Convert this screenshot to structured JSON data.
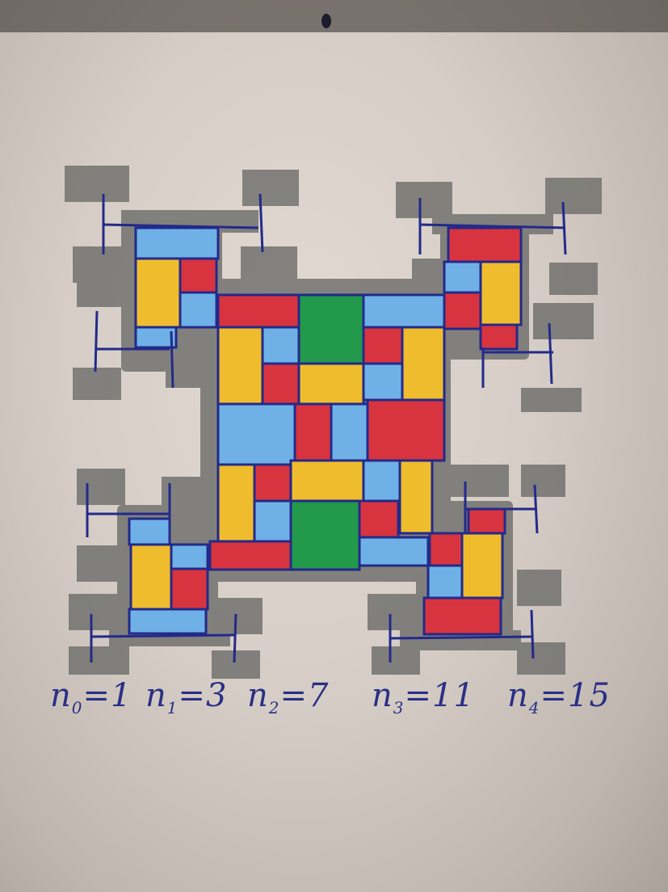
{
  "drawing": {
    "colors": {
      "paper": "#d9d1c9",
      "shadow": "#737270",
      "ink": "#232a8a",
      "blue": "#6fb1e6",
      "red": "#d8343f",
      "yellow": "#efbc2e",
      "green": "#23994c"
    },
    "labels": [
      {
        "prefix": "n",
        "index": "0",
        "suffix": "=1"
      },
      {
        "prefix": "n",
        "index": "1",
        "suffix": "=3"
      },
      {
        "prefix": "n",
        "index": "2",
        "suffix": "=7"
      },
      {
        "prefix": "n",
        "index": "3",
        "suffix": "=11"
      },
      {
        "prefix": "n",
        "index": "4",
        "suffix": "=15"
      }
    ]
  }
}
